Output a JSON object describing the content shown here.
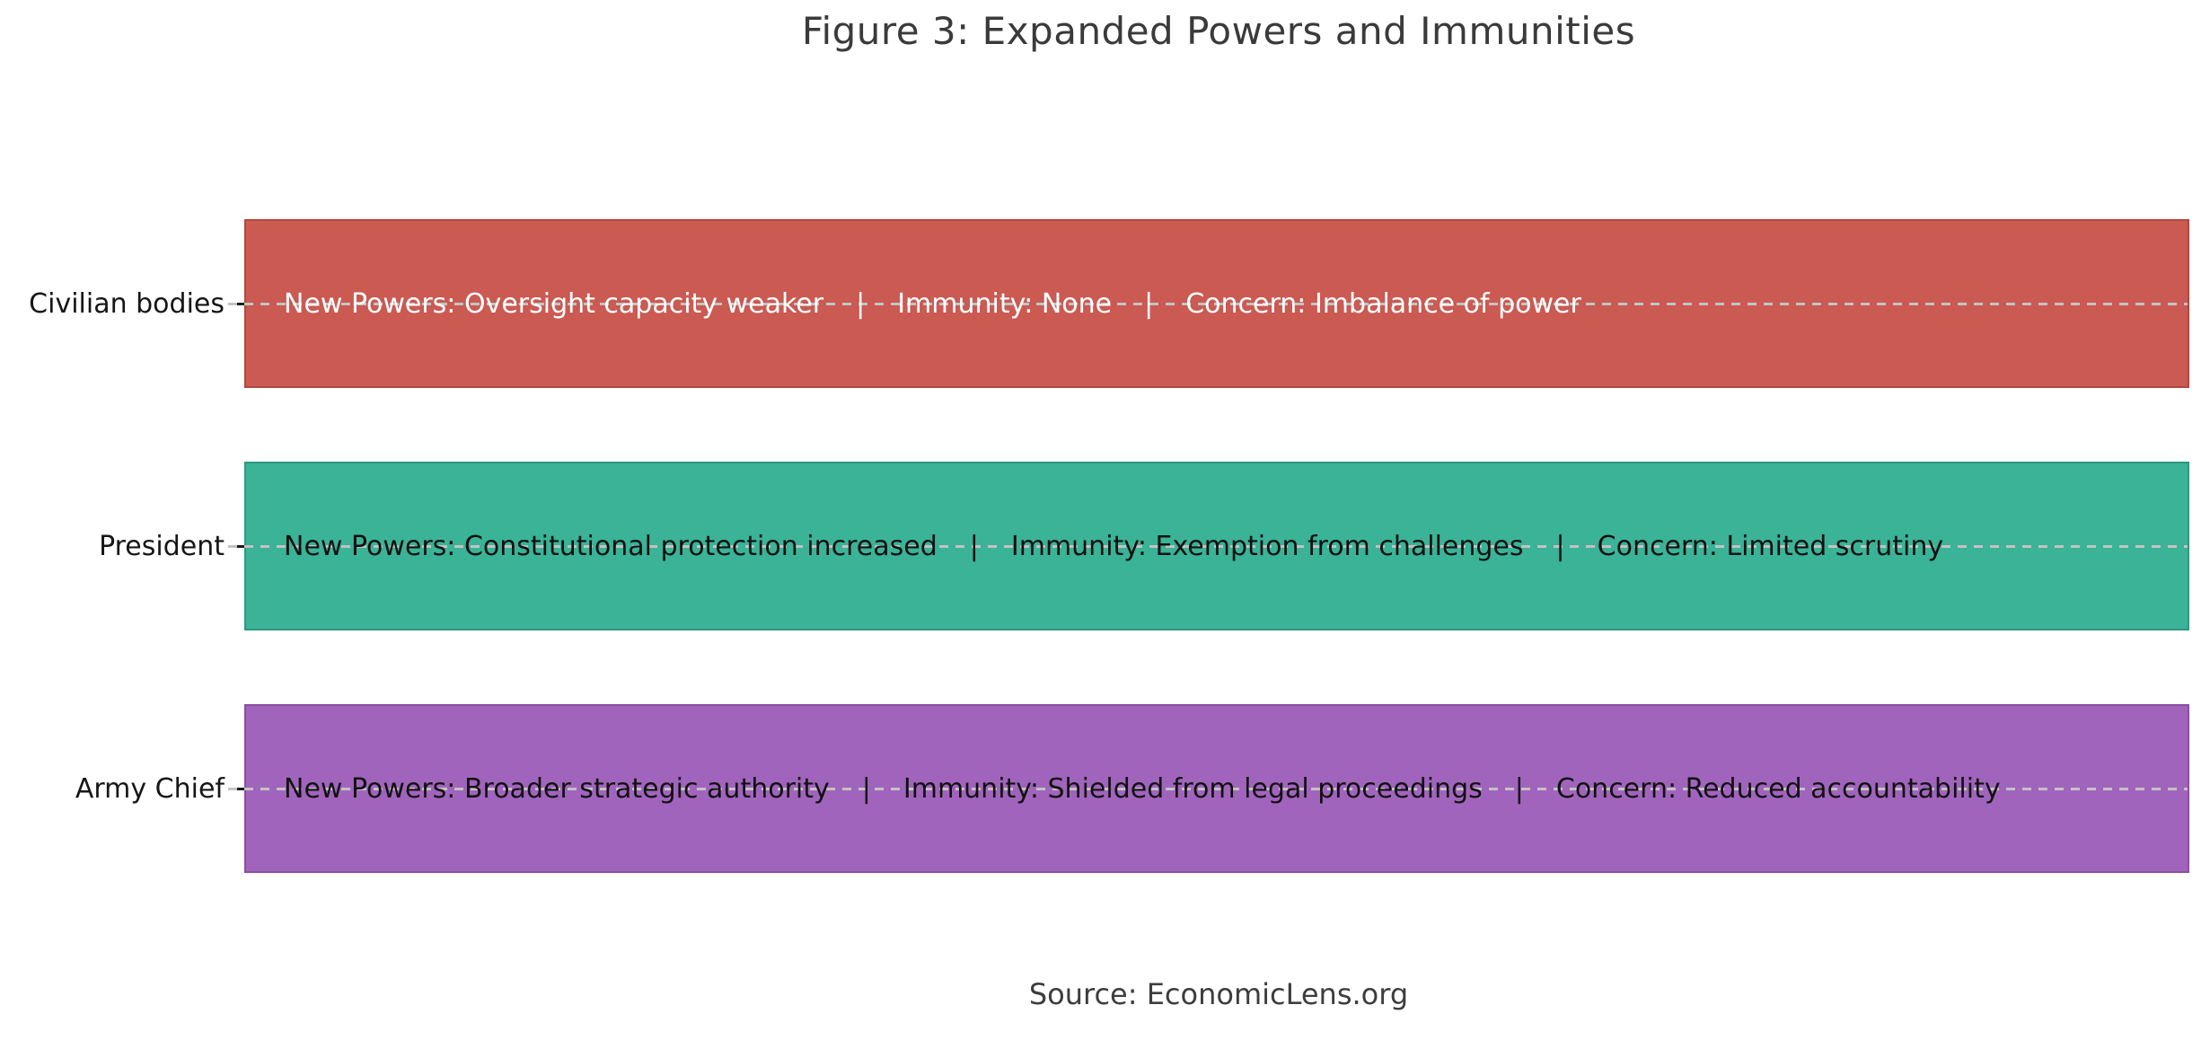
{
  "figure": {
    "title": "Figure 3: Expanded Powers and Immunities",
    "source": "Source: EconomicLens.org",
    "separator": "|"
  },
  "rows": [
    {
      "category": "Civilian bodies",
      "fill": "#ca5a52",
      "edge": "#b04840",
      "text_color": "#ffffff",
      "segments": [
        "New Powers: Oversight capacity weaker",
        "Immunity: None",
        "Concern: Imbalance of power"
      ]
    },
    {
      "category": "President",
      "fill": "#3ab397",
      "edge": "#2f977f",
      "text_color": "#111111",
      "segments": [
        "New Powers: Constitutional protection increased",
        "Immunity: Exemption from challenges",
        "Concern: Limited scrutiny"
      ]
    },
    {
      "category": "Army Chief",
      "fill": "#a164bd",
      "edge": "#89519f",
      "text_color": "#111111",
      "segments": [
        "New Powers: Broader strategic authority",
        "Immunity: Shielded from legal proceedings",
        "Concern: Reduced accountability"
      ]
    }
  ],
  "chart_data": {
    "type": "bar",
    "orientation": "horizontal",
    "title": "Figure 3: Expanded Powers and Immunities",
    "source_note": "Source: EconomicLens.org",
    "categories": [
      "Civilian bodies",
      "President",
      "Army Chief"
    ],
    "values": [
      1,
      1,
      1
    ],
    "bar_colors": [
      "#ca5a52",
      "#3ab397",
      "#a164bd"
    ],
    "bar_annotations": [
      "New Powers: Oversight capacity weaker   |   Immunity: None   |   Concern: Imbalance of power",
      "New Powers: Constitutional protection increased   |   Immunity: Exemption from challenges   |   Concern: Limited scrutiny",
      "New Powers: Broader strategic authority   |   Immunity: Shielded from legal proceedings   |   Concern: Reduced accountability"
    ],
    "xlabel": "",
    "ylabel": "",
    "xlim": [
      0,
      1
    ],
    "grid": "dashed horizontal line through each bar center",
    "legend": "none",
    "axes_visible": false
  }
}
